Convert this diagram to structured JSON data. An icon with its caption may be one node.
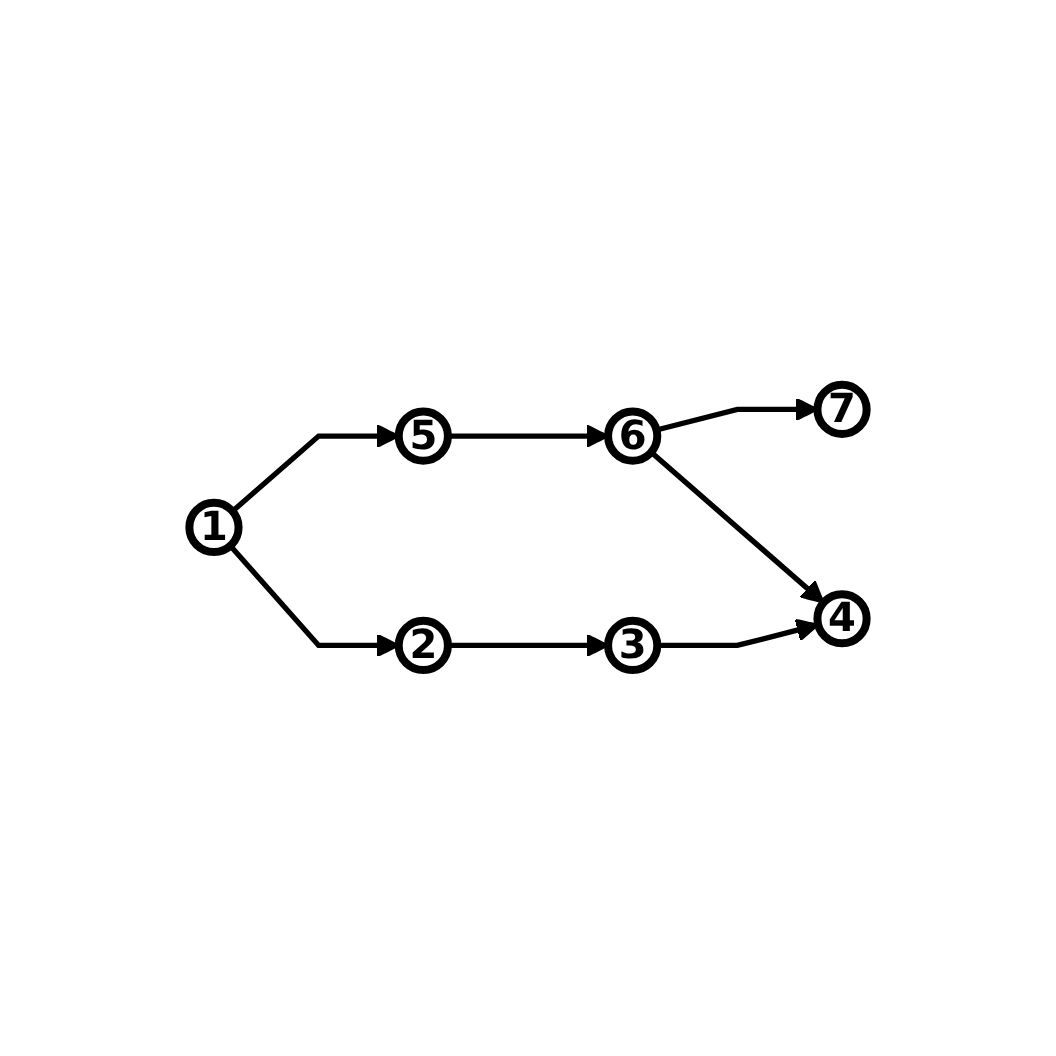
{
  "diagram": {
    "nodes": [
      {
        "text": [
          "5"
        ]
      },
      {
        "text": [
          "7"
        ]
      },
      {
        "text": [
          "1"
        ]
      },
      {
        "text": [
          "6"
        ]
      },
      {
        "text": [
          "4"
        ]
      },
      {
        "text": [
          "2"
        ]
      },
      {
        "text": [
          "3"
        ]
      }
    ],
    "edges": [
      {
        "from": 2,
        "to": 0,
        "arrow": "to"
      },
      {
        "from": 2,
        "to": 5,
        "arrow": "to"
      },
      {
        "from": 0,
        "to": 3,
        "arrow": "to"
      },
      {
        "from": 3,
        "to": 1,
        "arrow": "to"
      },
      {
        "from": 3,
        "to": 4,
        "arrow": "to"
      },
      {
        "from": 5,
        "to": 6,
        "arrow": "to"
      },
      {
        "from": 6,
        "to": 4,
        "arrow": "to"
      }
    ]
  }
}
